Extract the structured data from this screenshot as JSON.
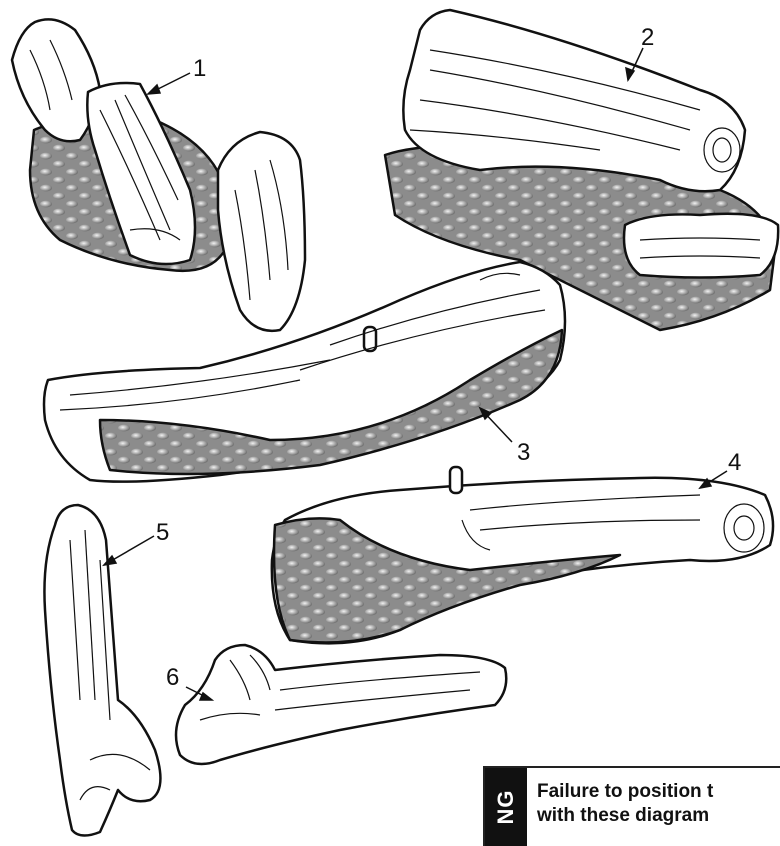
{
  "callouts": [
    "1",
    "2",
    "3",
    "4",
    "5",
    "6"
  ],
  "warning": {
    "side_label": "NG",
    "line1": "Failure to position t",
    "line2": "with these diagram"
  },
  "colors": {
    "ember_gray": "#8f8f8f",
    "outline": "#111111",
    "log_fill": "#ffffff"
  }
}
